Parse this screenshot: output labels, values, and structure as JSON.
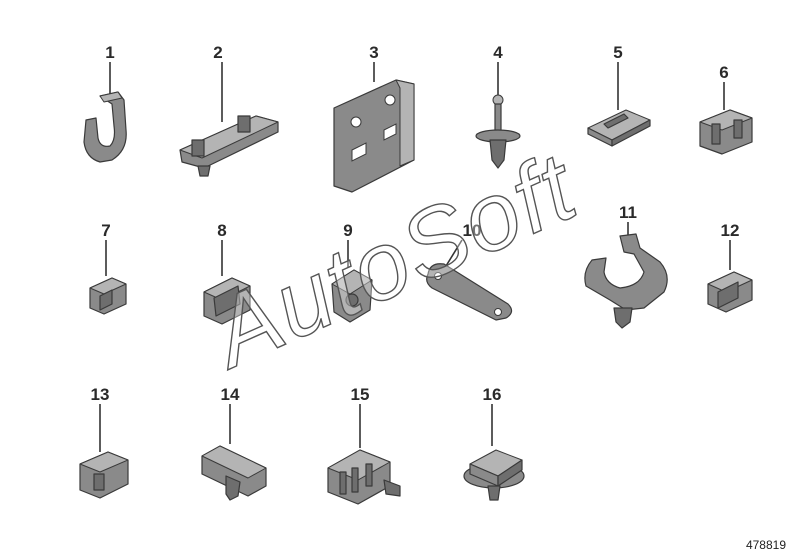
{
  "diagram": {
    "parts": [
      {
        "label": "1"
      },
      {
        "label": "2"
      },
      {
        "label": "3"
      },
      {
        "label": "4"
      },
      {
        "label": "5"
      },
      {
        "label": "6"
      },
      {
        "label": "7"
      },
      {
        "label": "8"
      },
      {
        "label": "9"
      },
      {
        "label": "10"
      },
      {
        "label": "11"
      },
      {
        "label": "12"
      },
      {
        "label": "13"
      },
      {
        "label": "14"
      },
      {
        "label": "15"
      },
      {
        "label": "16"
      }
    ],
    "watermark": "AutoSoft",
    "document_id": "478819"
  }
}
